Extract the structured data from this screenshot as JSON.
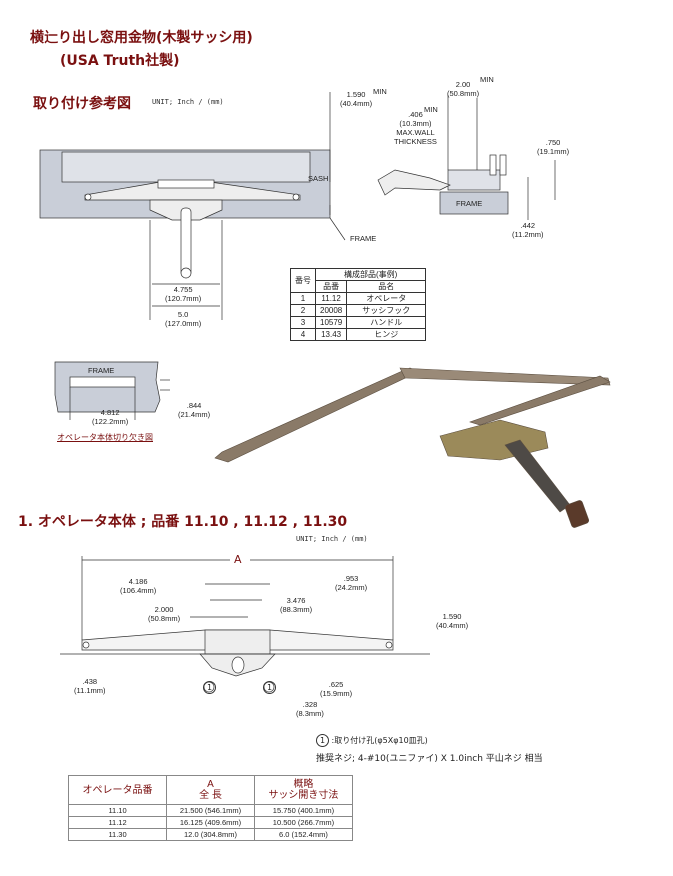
{
  "header": {
    "title": "横辷り出し窓用金物(木製サッシ用)",
    "subtitle": "(USA Truth社製)"
  },
  "install": {
    "heading": "取り付け参考図",
    "unit": "UNIT; Inch / (mm)",
    "dims": {
      "sash_height": "1.590",
      "sash_height_mm": "(40.4mm)",
      "min1": "MIN",
      "sash": "SASH",
      "frame": "FRAME",
      "w1": "4.755",
      "w1_mm": "(120.7mm)",
      "w2": "5.0",
      "w2_mm": "(127.0mm)",
      "clear": "2.00",
      "clear_mm": "(50.8mm)",
      "min2": "MIN",
      "min3": "MIN",
      "wall": ".406",
      "wall_mm": "(10.3mm)",
      "wall_label1": "MAX.WALL",
      "wall_label2": "THICKNESS",
      "h750": ".750",
      "h750_mm": "(19.1mm)",
      "frame2": "FRAME",
      "h442": ".442",
      "h442_mm": "(11.2mm)"
    },
    "parts_table": {
      "headers": {
        "no": "番号",
        "group": "構成部品(事例)",
        "part_no": "品番",
        "part_name": "品名"
      },
      "rows": [
        {
          "no": "1",
          "part_no": "11.12",
          "name": "オペレータ"
        },
        {
          "no": "2",
          "part_no": "20008",
          "name": "サッシフック"
        },
        {
          "no": "3",
          "part_no": "10579",
          "name": "ハンドル"
        },
        {
          "no": "4",
          "part_no": "13.43",
          "name": "ヒンジ"
        }
      ]
    },
    "cutout": {
      "frame": "FRAME",
      "w": "4.812",
      "w_mm": "(122.2mm)",
      "h": ".844",
      "h_mm": "(21.4mm)",
      "caption": "オペレータ本体切り欠き図"
    }
  },
  "operator": {
    "heading": "1. オペレータ本体 ; 品番 11.10 , 11.12 , 11.30",
    "unit": "UNIT; Inch / (mm)",
    "dims": {
      "A": "A",
      "d4186": "4.186",
      "d4186_mm": "(106.4mm)",
      "d3476": "3.476",
      "d3476_mm": "(88.3mm)",
      "d953": ".953",
      "d953_mm": "(24.2mm)",
      "d2000": "2.000",
      "d2000_mm": "(50.8mm)",
      "d1590": "1.590",
      "d1590_mm": "(40.4mm)",
      "d438": ".438",
      "d438_mm": "(11.1mm)",
      "d625": ".625",
      "d625_mm": "(15.9mm)",
      "d328": ".328",
      "d328_mm": "(8.3mm)",
      "hole": "1"
    },
    "note1_num": "1",
    "note1": ":取り付け孔(φ5Xφ10皿孔)",
    "note2": "推奨ネジ; 4-#10(ユニファイ) X 1.0inch 平山ネジ 相当",
    "spec_table": {
      "headers": {
        "model": "オペレータ品番",
        "a1": "A",
        "a2": "全 長",
        "s1": "概略",
        "s2": "サッシ開き寸法"
      },
      "rows": [
        {
          "model": "11.10",
          "length": "21.500 (546.1mm)",
          "opening": "15.750 (400.1mm)"
        },
        {
          "model": "11.12",
          "length": "16.125 (409.6mm)",
          "opening": "10.500 (266.7mm)"
        },
        {
          "model": "11.30",
          "length": "12.0 (304.8mm)",
          "opening": "6.0 (152.4mm)"
        }
      ]
    }
  },
  "colors": {
    "title": "#7a1010",
    "frame": "#c9ced8",
    "photo_arm": "#8a7a68"
  }
}
